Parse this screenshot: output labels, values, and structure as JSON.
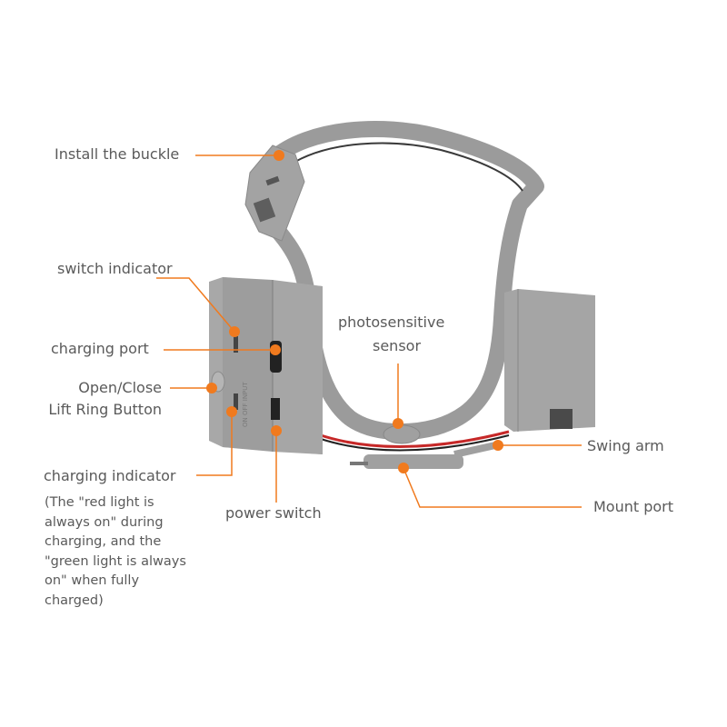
{
  "colors": {
    "accent": "#f07a1e",
    "body": "#9b9b9b",
    "text": "#5a5a5a"
  },
  "labels": {
    "install_buckle": "Install the buckle",
    "switch_indicator": "switch indicator",
    "charging_port": "charging port",
    "open_close_line1": "Open/Close",
    "open_close_line2": "Lift Ring Button",
    "charging_indicator": "charging indicator",
    "charging_note": "(The \"red light is\nalways on\" during\ncharging, and the\n\"green light is always\non\" when fully\ncharged)",
    "power_switch": "power switch",
    "photosensitive_line1": "photosensitive",
    "photosensitive_line2": "sensor",
    "swing_arm": "Swing arm",
    "mount_port": "Mount port"
  },
  "device_markings": {
    "side_text": "ON OFF INPUT"
  }
}
